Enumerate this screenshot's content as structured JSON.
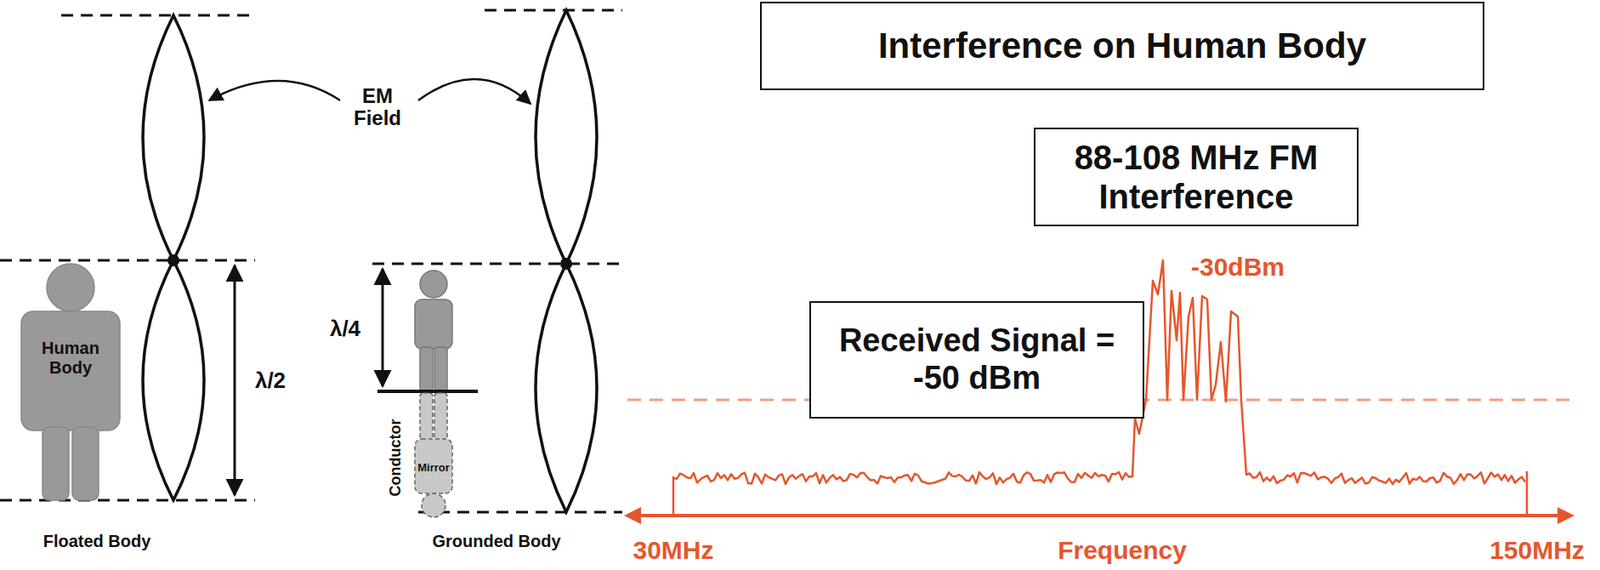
{
  "diagram": {
    "title": "Interference on Human Body",
    "nodes": [
      {
        "text": [
          "Human Body"
        ]
      },
      {
        "text": [
          "Mirror"
        ]
      },
      {
        "text": [
          "88-108 MHz FM Interference"
        ]
      },
      {
        "text": [
          "Received Signal = -50 dBm"
        ]
      }
    ],
    "labels": [
      "EM Field",
      "λ/2",
      "λ/4",
      "Conductor",
      "Floated Body",
      "Grounded Body",
      "-30dBm",
      "30MHz",
      "Frequency",
      "150MHz"
    ]
  }
}
